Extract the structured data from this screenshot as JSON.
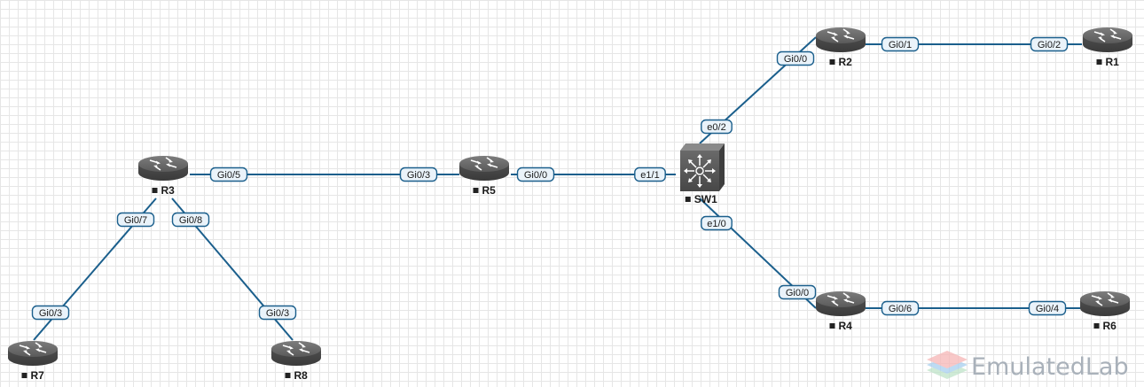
{
  "links": [
    {
      "from": "R3",
      "to": "R5",
      "a_iface": "Gi0/5",
      "b_iface": "Gi0/3"
    },
    {
      "from": "R5",
      "to": "SW1",
      "a_iface": "Gi0/0",
      "b_iface": "e1/1"
    },
    {
      "from": "SW1",
      "to": "R2",
      "a_iface": "e0/2",
      "b_iface": "Gi0/0"
    },
    {
      "from": "R2",
      "to": "R1",
      "a_iface": "Gi0/1",
      "b_iface": "Gi0/2"
    },
    {
      "from": "SW1",
      "to": "R4",
      "a_iface": "e1/0",
      "b_iface": "Gi0/0"
    },
    {
      "from": "R4",
      "to": "R6",
      "a_iface": "Gi0/6",
      "b_iface": "Gi0/4"
    },
    {
      "from": "R3",
      "to": "R7",
      "a_iface": "Gi0/7",
      "b_iface": "Gi0/3"
    },
    {
      "from": "R3",
      "to": "R8",
      "a_iface": "Gi0/8",
      "b_iface": "Gi0/3"
    }
  ],
  "nodes": {
    "R1": {
      "label": "R1",
      "type": "router"
    },
    "R2": {
      "label": "R2",
      "type": "router"
    },
    "R3": {
      "label": "R3",
      "type": "router"
    },
    "R4": {
      "label": "R4",
      "type": "router"
    },
    "R5": {
      "label": "R5",
      "type": "router"
    },
    "R6": {
      "label": "R6",
      "type": "router"
    },
    "R7": {
      "label": "R7",
      "type": "router"
    },
    "R8": {
      "label": "R8",
      "type": "router"
    },
    "SW1": {
      "label": "SW1",
      "type": "l3-switch"
    }
  },
  "watermark": {
    "text": "EmulatedLab"
  },
  "colors": {
    "link": "#1b5f8c",
    "iface_border": "#1b5f8c",
    "iface_fill": "#eaf3fa",
    "device": "#5e5e5e"
  }
}
